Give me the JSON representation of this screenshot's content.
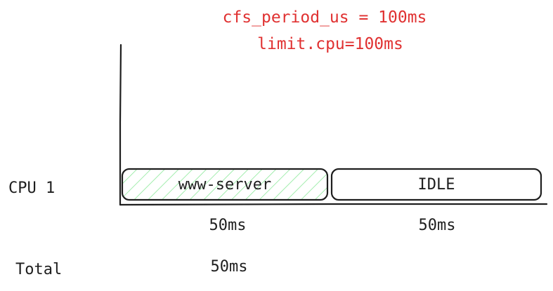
{
  "annotation": {
    "line1": "cfs_period_us = 100ms",
    "line2": "limit.cpu=100ms"
  },
  "row_label": "CPU 1",
  "segments": [
    {
      "label": "www-server",
      "duration": "50ms",
      "fill": "hatched-green"
    },
    {
      "label": "IDLE",
      "duration": "50ms",
      "fill": "none"
    }
  ],
  "total": {
    "label": "Total",
    "value": "50ms"
  },
  "colors": {
    "annotation": "#e03131",
    "stroke": "#1e1e1e",
    "hatch": "#8ce99a"
  }
}
